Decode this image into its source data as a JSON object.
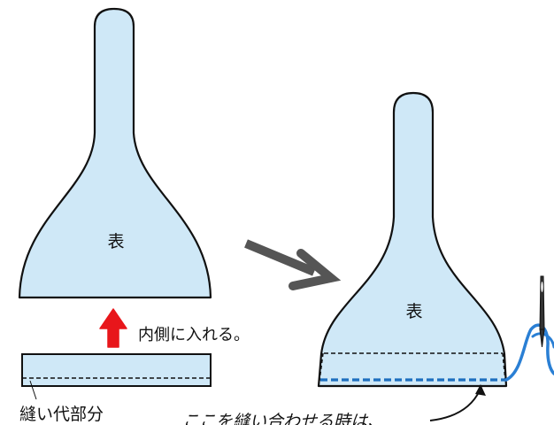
{
  "labels": {
    "left_face": "表",
    "right_face": "表",
    "insert_note": "内側に入れる。",
    "seam_allowance": "縫い代部分",
    "sew_here": "ここを縫い合わせる時は、"
  },
  "icons": {
    "move_arrow": "right-down-arrow-icon",
    "insert_arrow": "up-arrow-icon",
    "needle": "needle-icon"
  },
  "colors": {
    "fabric_fill": "#cfe8f7",
    "outline": "#111111",
    "insert_arrow": "#e8161b",
    "move_arrow": "#555555",
    "stitch_line": "#1e6fbf",
    "thread": "#2a7fd4"
  }
}
